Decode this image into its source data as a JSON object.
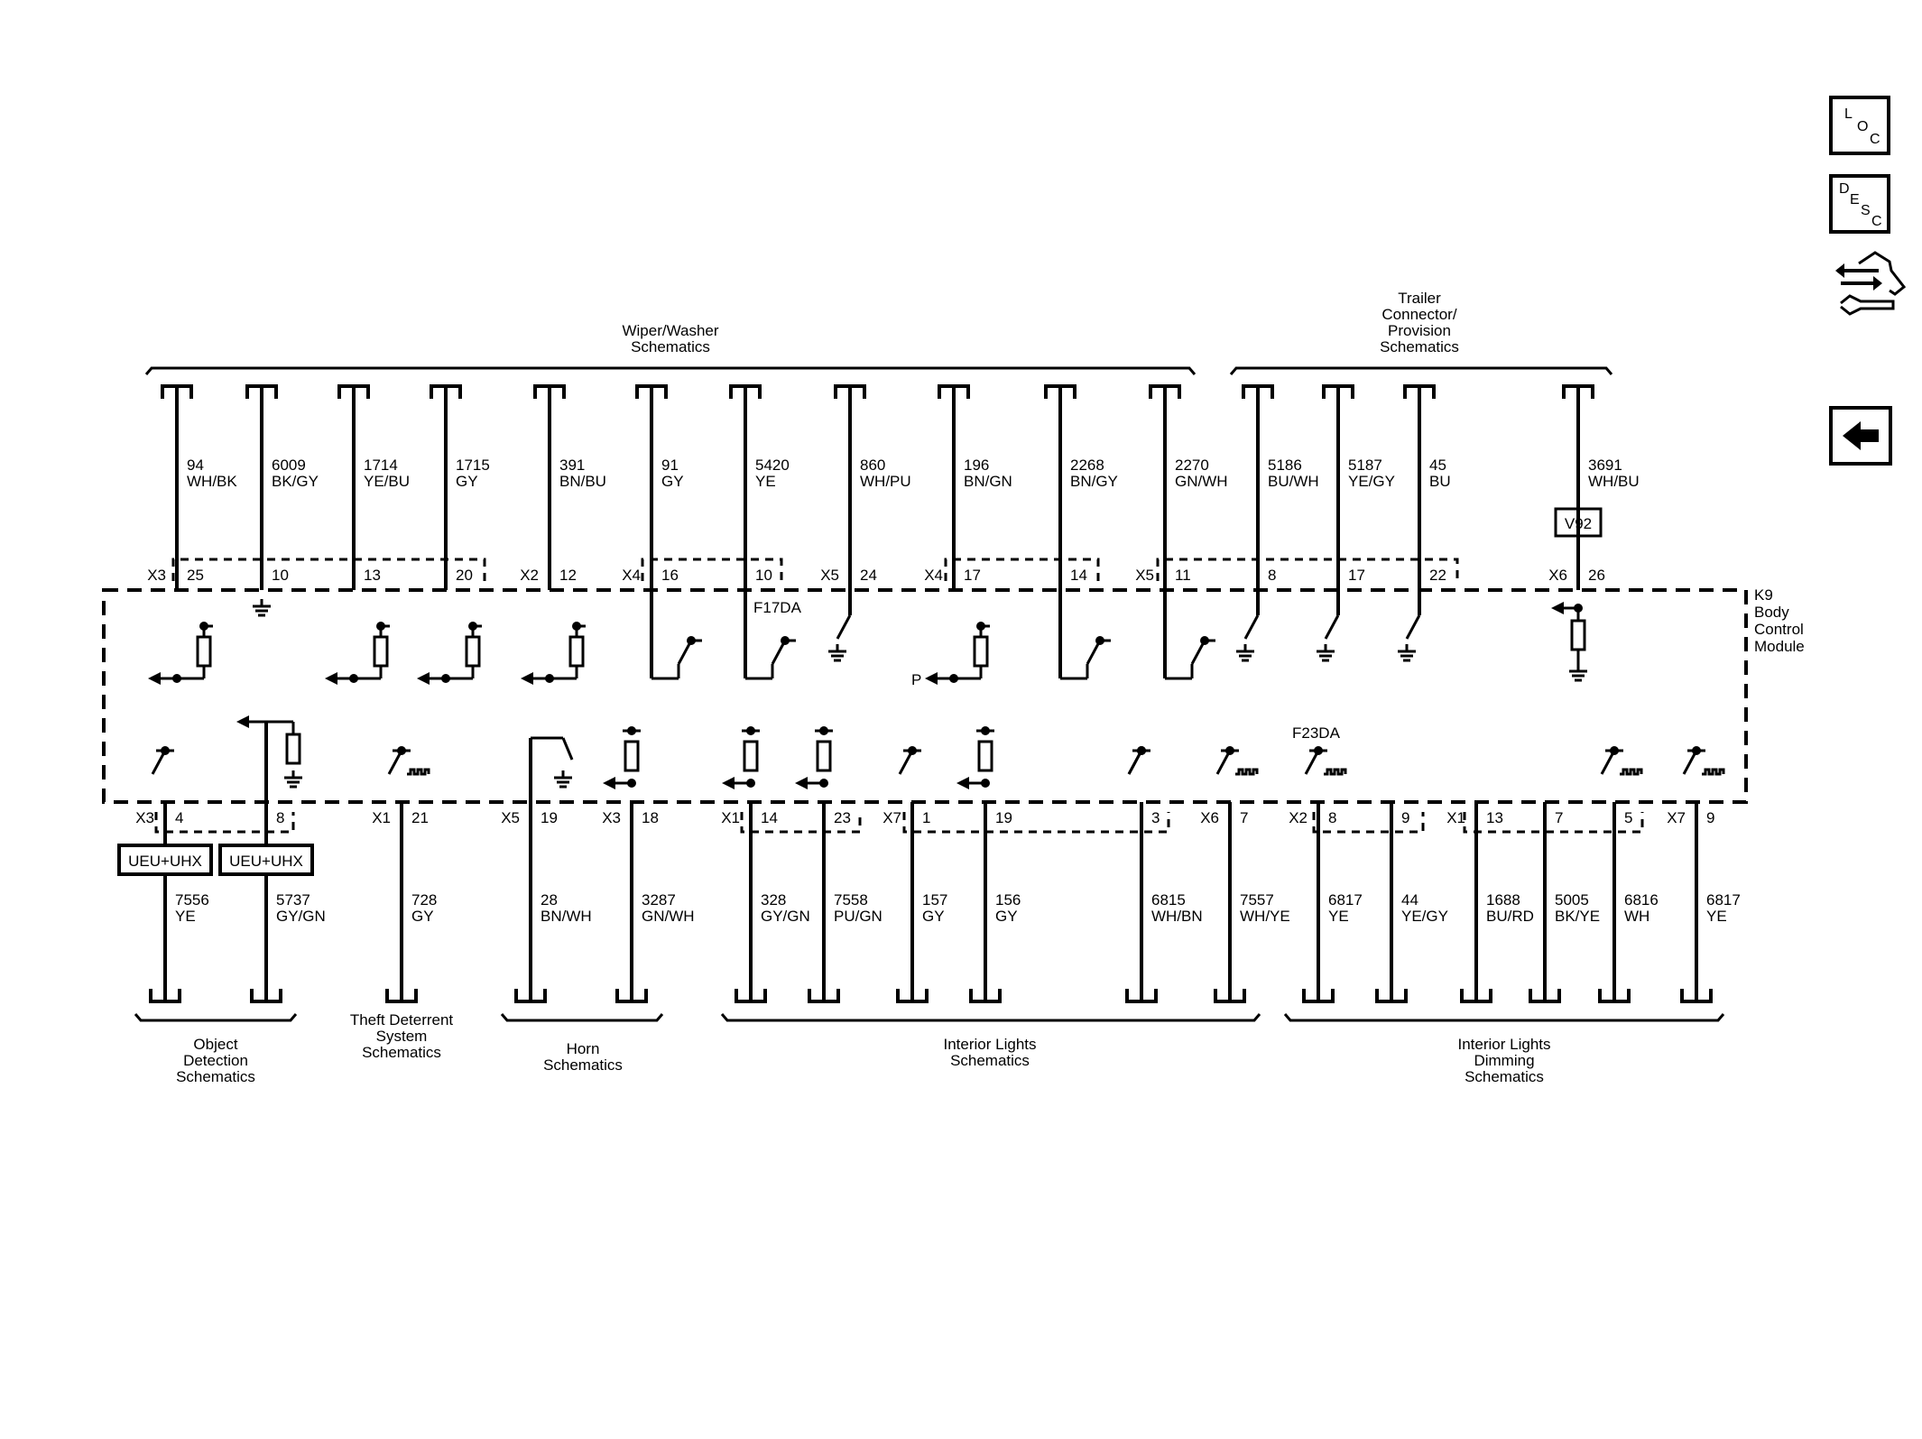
{
  "module": {
    "ref": "K9",
    "name_lines": [
      "Body",
      "Control",
      "Module"
    ]
  },
  "side_buttons": {
    "loc": [
      "L",
      "O",
      "C"
    ],
    "desc": [
      "D",
      "E",
      "S",
      "C"
    ]
  },
  "top_groups": [
    {
      "label_lines": [
        "Wiper/Washer",
        "Schematics"
      ]
    },
    {
      "label_lines": [
        "Trailer",
        "Connector/",
        "Provision",
        "Schematics"
      ]
    }
  ],
  "bottom_groups": [
    {
      "label_lines": [
        "Object",
        "Detection",
        "Schematics"
      ]
    },
    {
      "label_lines": [
        "Theft Deterrent",
        "System",
        "Schematics"
      ]
    },
    {
      "label_lines": [
        "Horn",
        "Schematics"
      ]
    },
    {
      "label_lines": [
        "Interior Lights",
        "Schematics"
      ]
    },
    {
      "label_lines": [
        "Interior Lights",
        "Dimming",
        "Schematics"
      ]
    }
  ],
  "top_wires": [
    {
      "circuit": "94",
      "color": "WH/BK",
      "conn": "X3",
      "pin": "25"
    },
    {
      "circuit": "6009",
      "color": "BK/GY",
      "pin": "10"
    },
    {
      "circuit": "1714",
      "color": "YE/BU",
      "pin": "13"
    },
    {
      "circuit": "1715",
      "color": "GY",
      "pin": "20"
    },
    {
      "circuit": "391",
      "color": "BN/BU",
      "conn": "X2",
      "pin": "12"
    },
    {
      "circuit": "91",
      "color": "GY",
      "conn": "X4",
      "pin": "16"
    },
    {
      "circuit": "5420",
      "color": "YE",
      "pin": "10"
    },
    {
      "circuit": "860",
      "color": "WH/PU",
      "conn": "X5",
      "pin": "24"
    },
    {
      "circuit": "196",
      "color": "BN/GN",
      "conn": "X4",
      "pin": "17"
    },
    {
      "circuit": "2268",
      "color": "BN/GY",
      "pin": "14"
    },
    {
      "circuit": "2270",
      "color": "GN/WH",
      "conn": "X5",
      "pin": "11"
    },
    {
      "circuit": "5186",
      "color": "BU/WH",
      "pin": "8"
    },
    {
      "circuit": "5187",
      "color": "YE/GY",
      "pin": "17"
    },
    {
      "circuit": "45",
      "color": "BU",
      "pin": "22"
    },
    {
      "circuit": "3691",
      "color": "WH/BU",
      "conn": "X6",
      "pin": "26"
    }
  ],
  "bottom_wires": [
    {
      "circuit": "7556",
      "color": "YE",
      "conn": "X3",
      "pin": "4"
    },
    {
      "circuit": "5737",
      "color": "GY/GN",
      "pin": "8"
    },
    {
      "circuit": "728",
      "color": "GY",
      "conn": "X1",
      "pin": "21"
    },
    {
      "circuit": "28",
      "color": "BN/WH",
      "conn": "X5",
      "pin": "19"
    },
    {
      "circuit": "3287",
      "color": "GN/WH",
      "conn": "X3",
      "pin": "18"
    },
    {
      "circuit": "328",
      "color": "GY/GN",
      "conn": "X1",
      "pin": "14"
    },
    {
      "circuit": "7558",
      "color": "PU/GN",
      "pin": "23"
    },
    {
      "circuit": "157",
      "color": "GY",
      "conn": "X7",
      "pin": "1"
    },
    {
      "circuit": "156",
      "color": "GY",
      "pin": "19"
    },
    {
      "circuit": "6815",
      "color": "WH/BN",
      "pin": "3"
    },
    {
      "circuit": "7557",
      "color": "WH/YE",
      "conn": "X6",
      "pin": "7"
    },
    {
      "circuit": "6817",
      "color": "YE",
      "conn": "X2",
      "pin": "8"
    },
    {
      "circuit": "44",
      "color": "YE/GY",
      "pin": "9"
    },
    {
      "circuit": "1688",
      "color": "BU/RD",
      "conn": "X1",
      "pin": "13"
    },
    {
      "circuit": "5005",
      "color": "BK/YE",
      "pin": "7"
    },
    {
      "circuit": "6816",
      "color": "WH",
      "pin": "5"
    },
    {
      "circuit": "6817",
      "color": "YE",
      "conn": "X7",
      "pin": "9"
    }
  ],
  "components": {
    "v92": "V92",
    "ueu_left": "UEU+UHX",
    "ueu_right": "UEU+UHX",
    "fuse_top": "F17DA",
    "fuse_bottom": "F23DA",
    "p_label": "P"
  }
}
